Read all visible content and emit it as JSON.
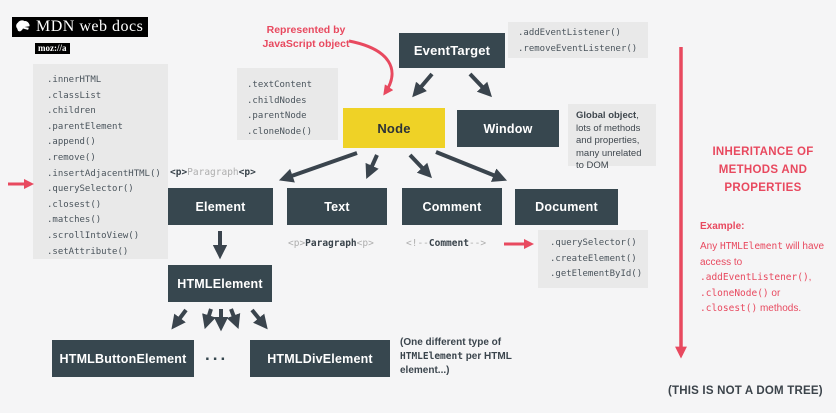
{
  "logo": {
    "title": "MDN web docs",
    "subtitle": "moz://a"
  },
  "colors": {
    "background": "#f5f5f6",
    "dark_box": "#37474f",
    "yellow_box": "#efd226",
    "red_accent": "#e8495f",
    "panel_gray": "#e9e9e9",
    "arrow_dark": "#3a444d"
  },
  "nodes": {
    "event_target": "EventTarget",
    "node": "Node",
    "window": "Window",
    "element": "Element",
    "text": "Text",
    "comment": "Comment",
    "document": "Document",
    "html_element": "HTMLElement",
    "html_button_element": "HTMLButtonElement",
    "html_div_element": "HTMLDivElement",
    "ellipsis": "..."
  },
  "panels": {
    "element_methods": {
      "items": [
        ".innerHTML",
        ".classList",
        ".children",
        ".parentElement",
        ".append()",
        ".remove()",
        ".insertAdjacentHTML()",
        ".querySelector()",
        ".closest()",
        ".matches()",
        ".scrollIntoView()",
        ".setAttribute()"
      ]
    },
    "node_methods": {
      "items": [
        ".textContent",
        ".childNodes",
        ".parentNode",
        ".cloneNode()"
      ]
    },
    "event_target_methods": {
      "items": [
        ".addEventListener()",
        ".removeEventListener()"
      ]
    },
    "document_methods": {
      "items": [
        ".querySelector()",
        ".createElement()",
        ".getElementById()"
      ]
    },
    "window_note": {
      "bold": "Global object",
      "rest": ", lots of methods and properties, many unrelated to DOM"
    }
  },
  "code_labels": {
    "element_tag": {
      "open": "<p>",
      "text": "Paragraph",
      "close": "<p>"
    },
    "text_node": {
      "open": "<p>",
      "text": "Paragraph",
      "close": "<p>"
    },
    "comment_node": {
      "open": "<!--",
      "text": "Comment",
      "close": "-->"
    }
  },
  "annotations": {
    "represented_by": "Represented by JavaScript object",
    "one_different_type": {
      "before": "(One different type of ",
      "code": "HTMLElement",
      "after": " per HTML element...)"
    },
    "not_a_dom_tree": "(THIS IS NOT A DOM TREE)"
  },
  "inheritance_panel": {
    "title": "INHERITANCE OF METHODS AND PROPERTIES",
    "example_label": "Example:",
    "body": [
      {
        "text": "Any "
      },
      {
        "text": "HTMLElement",
        "mono": true
      },
      {
        "text": " will have access to "
      },
      {
        "text": ".addEventListener()",
        "mono": true
      },
      {
        "text": ", "
      },
      {
        "text": ".cloneNode()",
        "mono": true
      },
      {
        "text": " or "
      },
      {
        "text": ".closest()",
        "mono": true
      },
      {
        "text": " methods."
      }
    ]
  }
}
